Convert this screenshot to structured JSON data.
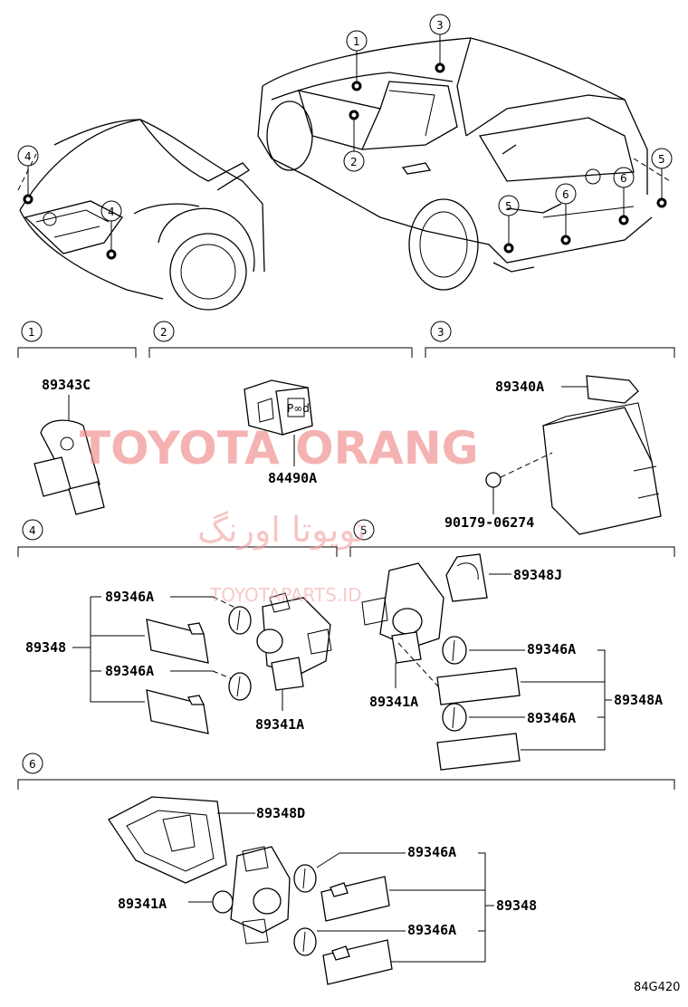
{
  "diagram": {
    "callouts": [
      "1",
      "2",
      "3",
      "4",
      "5",
      "6"
    ],
    "sections": [
      {
        "id": "1",
        "parts": [
          "89343C"
        ]
      },
      {
        "id": "2",
        "parts": [
          "84490A"
        ]
      },
      {
        "id": "3",
        "parts": [
          "89340A",
          "90179-06274"
        ]
      },
      {
        "id": "4",
        "parts": [
          "89348",
          "89346A",
          "89341A"
        ]
      },
      {
        "id": "5",
        "parts": [
          "89348J",
          "89346A",
          "89341A",
          "89348A"
        ]
      },
      {
        "id": "6",
        "parts": [
          "89348D",
          "89346A",
          "89341A",
          "89348"
        ]
      }
    ],
    "labels": {
      "p89343C": "89343C",
      "p84490A": "84490A",
      "p89340A": "89340A",
      "p90179": "90179-06274",
      "p89348_4": "89348",
      "p89346A_4a": "89346A",
      "p89346A_4b": "89346A",
      "p89341A_4": "89341A",
      "p89348J": "89348J",
      "p89346A_5a": "89346A",
      "p89346A_5b": "89346A",
      "p89341A_5": "89341A",
      "p89348A": "89348A",
      "p89348D": "89348D",
      "p89346A_6a": "89346A",
      "p89346A_6b": "89346A",
      "p89341A_6": "89341A",
      "p89348_6": "89348"
    },
    "switch_text": "P∞d",
    "code": "84G420"
  },
  "watermark": {
    "line1": "TOYOTA ORANG",
    "line2": "تویوتا اورنگ",
    "line3": "TOYOTAPARTS.ID"
  }
}
